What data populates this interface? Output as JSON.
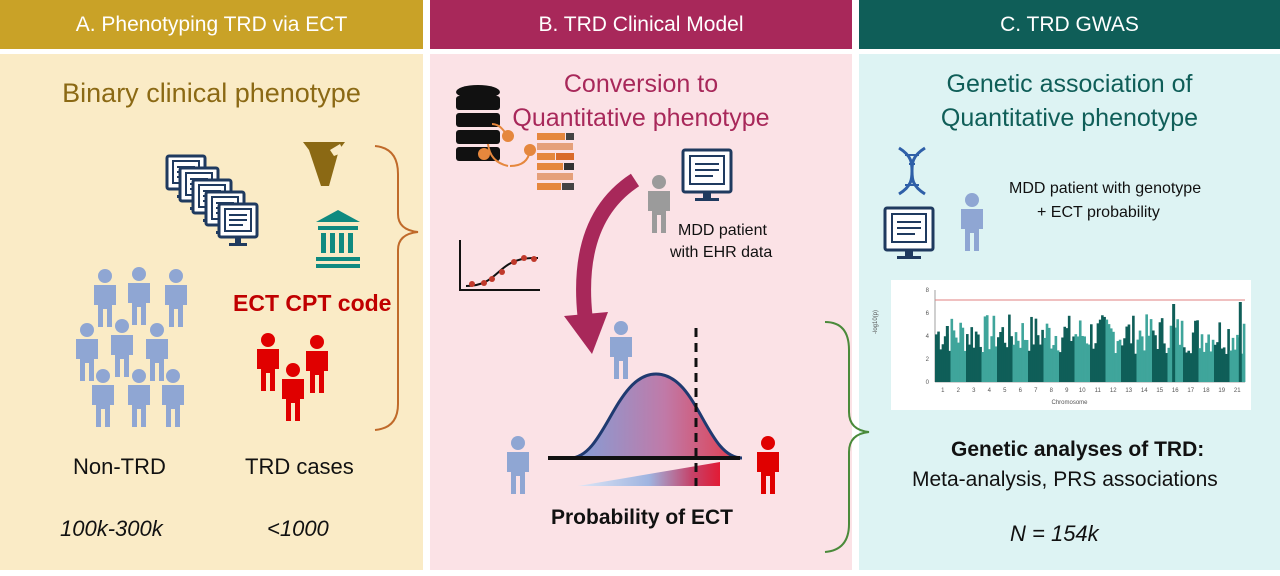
{
  "panels": {
    "a": {
      "header": "A. Phenotyping TRD via ECT",
      "heading": "Binary clinical phenotype",
      "code_label": "ECT CPT code",
      "left_label": "Non-TRD",
      "right_label": "TRD cases",
      "left_count": "100k-300k",
      "right_count": "<1000"
    },
    "b": {
      "header": "B. TRD Clinical Model",
      "heading_line1": "Conversion to",
      "heading_line2": "Quantitative phenotype",
      "patient_line1": "MDD patient",
      "patient_line2": "with EHR data",
      "probability_label": "Probability of ECT"
    },
    "c": {
      "header": "C. TRD GWAS",
      "heading_line1": "Genetic association of",
      "heading_line2": "Quantitative phenotype",
      "patient_line1": "MDD patient with genotype",
      "patient_line2": "+ ECT probability",
      "analyses_line1": "Genetic analyses of TRD:",
      "analyses_line2": "Meta-analysis, PRS associations",
      "n_label": "N = 154k",
      "plot": {
        "y_ticks": [
          "8",
          "6",
          "4",
          "2",
          "0"
        ],
        "y_label": "-log10(p)",
        "x_ticks": [
          "1",
          "2",
          "3",
          "4",
          "5",
          "6",
          "7",
          "8",
          "9",
          "10",
          "11",
          "12",
          "13",
          "14",
          "15",
          "16",
          "17",
          "18",
          "19",
          "21"
        ],
        "x_label": "Chromosome"
      }
    }
  },
  "colors": {
    "gold": "#C9A227",
    "gold_text": "#8B6914",
    "magenta": "#A8285A",
    "teal": "#0F5E58",
    "person_blue": "#8FA6D3",
    "person_red": "#E00000",
    "person_gray": "#9B9B9B"
  },
  "icons": [
    "document-monitor-icon",
    "vanderbilt-logo-icon",
    "institution-icon",
    "database-icon",
    "dna-icon",
    "person-icon"
  ]
}
